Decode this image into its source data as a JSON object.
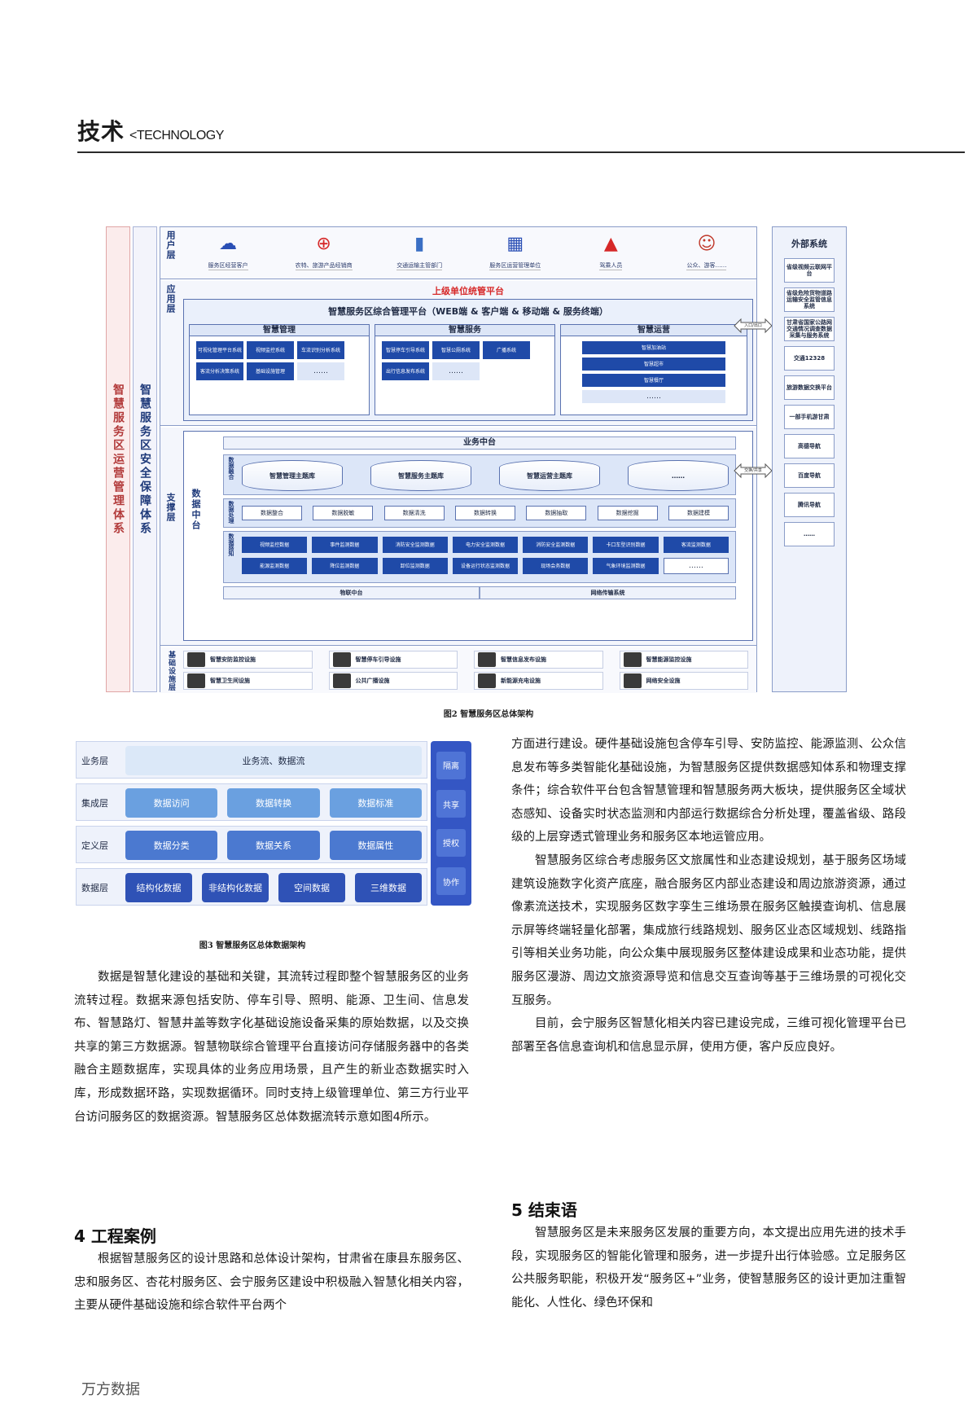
{
  "header": {
    "title": "技术",
    "subtitle": "<TECHNOLOGY"
  },
  "fig2": {
    "band_left": "智慧服务区运营管理体系",
    "band_right": "智慧服务区安全保障体系",
    "user_layer": {
      "tag": "用户层",
      "items": [
        {
          "icon": "☁",
          "label": "服务区经营客户"
        },
        {
          "icon": "⊕",
          "label": "农特、旅游产品经销商"
        },
        {
          "icon": "▮",
          "label": "交通运输主管部门"
        },
        {
          "icon": "▦",
          "label": "服务区运营管理单位"
        },
        {
          "icon": "▲",
          "label": "驾乘人员"
        },
        {
          "icon": "☺",
          "label": "公众、游客……"
        }
      ]
    },
    "app_layer": {
      "tag": "应用层",
      "upper": "上级单位统管平台",
      "platform": "智慧服务区综合管理平台（WEB端 & 客户端 & 移动端 & 服务终端）",
      "mgmt": {
        "title": "智慧管理",
        "cells": [
          "可视化管理平台系统",
          "视频监控系统",
          "车流识别分析系统",
          "客流分析决策系统",
          "基础设施管理",
          "……"
        ]
      },
      "service": {
        "title": "智慧服务",
        "cells": [
          "智慧停车引导系统",
          "智慧公厕系统",
          "广播系统",
          "出行信息发布系统",
          "……"
        ]
      },
      "ops": {
        "title": "智慧运营",
        "cells": [
          "智慧加油站",
          "智慧超市",
          "智慧餐厅",
          "……"
        ]
      }
    },
    "support_layer": {
      "tag": "支撑层",
      "biz": "业务中台",
      "dc": "数据中台",
      "row1_tag": "数据融合",
      "row1": [
        "智慧管理主题库",
        "智慧服务主题库",
        "智慧运营主题库",
        "……"
      ],
      "row2_tag": "数据处理",
      "row2": [
        "数据整合",
        "数据脱敏",
        "数据清洗",
        "数据转换",
        "数据抽取",
        "数据挖掘",
        "数据建模"
      ],
      "row3_tag": "数据感知",
      "row3": [
        "视频监控数据",
        "事件监测数据",
        "消防安全监测数据",
        "电力安全监测数据",
        "消防安全监测数据",
        "卡口车型识别数据",
        "客流监测数据",
        "能源监测数据",
        "降位监测数据",
        "卸位监测数据",
        "设备运行状态监测数据",
        "现场会务数据",
        "气象环境监测数据",
        "……"
      ],
      "iot": "物联中台",
      "net": "网络传输系统"
    },
    "base_layer": {
      "tag": "基础设施层",
      "items": [
        "智慧安防监控设施",
        "智慧停车引导设施",
        "智慧信息发布设施",
        "智慧能源监控设施",
        "智慧卫生间设施",
        "公共广播设施",
        "新能源充电设施",
        "网络安全设施"
      ]
    },
    "external": {
      "title": "外部系统",
      "items": [
        "省级视频云联网平台",
        "省级危险货物道路运输安全监管信息系统",
        "甘肃省国家公路网交通情况调查数据采集与服务系统",
        "交通12328",
        "旅游数据交换平台",
        "一部手机游甘肃",
        "高德导航",
        "百度导航",
        "腾讯导航",
        "……"
      ],
      "arrow1": "入口/出口",
      "arrow2": "交换/共享"
    },
    "caption": "图2  智慧服务区总体架构"
  },
  "fig3": {
    "layers": [
      {
        "label": "业务层",
        "cells": [
          "业务流、数据流"
        ]
      },
      {
        "label": "集成层",
        "cells": [
          "数据访问",
          "数据转换",
          "数据标准"
        ]
      },
      {
        "label": "定义层",
        "cells": [
          "数据分类",
          "数据关系",
          "数据属性"
        ]
      },
      {
        "label": "数据层",
        "cells": [
          "结构化数据",
          "非结构化数据",
          "空间数据",
          "三维数据"
        ]
      }
    ],
    "side": [
      "隔离",
      "共享",
      "授权",
      "协作"
    ],
    "caption": "图3  智慧服务区总体数据架构"
  },
  "left_col": {
    "p1": "数据是智慧化建设的基础和关键，其流转过程即整个智慧服务区的业务流转过程。数据来源包括安防、停车引导、照明、能源、卫生间、信息发布、智慧路灯、智慧井盖等数字化基础设施设备采集的原始数据，以及交换共享的第三方数据源。智慧物联综合管理平台直接访问存储服务器中的各类融合主题数据库，实现具体的业务应用场景，且产生的新业态数据实时入库，形成数据环路，实现数据循环。同时支持上级管理单位、第三方行业平台访问服务区的数据资源。智慧服务区总体数据流转示意如图4所示。",
    "h4": "4  工程案例",
    "p2": "根据智慧服务区的设计思路和总体设计架构，甘肃省在康县东服务区、忠和服务区、杏花村服务区、会宁服务区建设中积极融入智慧化相关内容，主要从硬件基础设施和综合软件平台两个"
  },
  "right_col": {
    "p1": "方面进行建设。硬件基础设施包含停车引导、安防监控、能源监测、公众信息发布等多类智能化基础设施，为智慧服务区提供数据感知体系和物理支撑条件；综合软件平台包含智慧管理和智慧服务两大板块，提供服务区全域状态感知、设备实时状态监测和内部运行数据综合分析处理，覆盖省级、路段级的上层穿透式管理业务和服务区本地运管应用。",
    "p2": "智慧服务区综合考虑服务区文旅属性和业态建设规划，基于服务区场域建筑设施数字化资产底座，融合服务区内部业态建设和周边旅游资源，通过像素流送技术，实现服务区数字孪生三维场景在服务区触摸查询机、信息展示屏等终端轻量化部署，集成旅行线路规划、服务区业态区域规划、线路指引等相关业务功能，向公众集中展现服务区整体建设成果和业态功能，提供服务区漫游、周边文旅资源导览和信息交互查询等基于三维场景的可视化交互服务。",
    "p3": "目前，会宁服务区智慧化相关内容已建设完成，三维可视化管理平台已部署至各信息查询机和信息显示屏，使用方便，客户反应良好。",
    "h5": "5  结束语",
    "p4": "智慧服务区是未来服务区发展的重要方向，本文提出应用先进的技术手段，实现服务区的智能化管理和服务，进一步提升出行体验感。立足服务区公共服务职能，积极开发“服务区+”业务，使智慧服务区的设计更加注重智能化、人性化、绿色环保和"
  },
  "footer": "万方数据"
}
